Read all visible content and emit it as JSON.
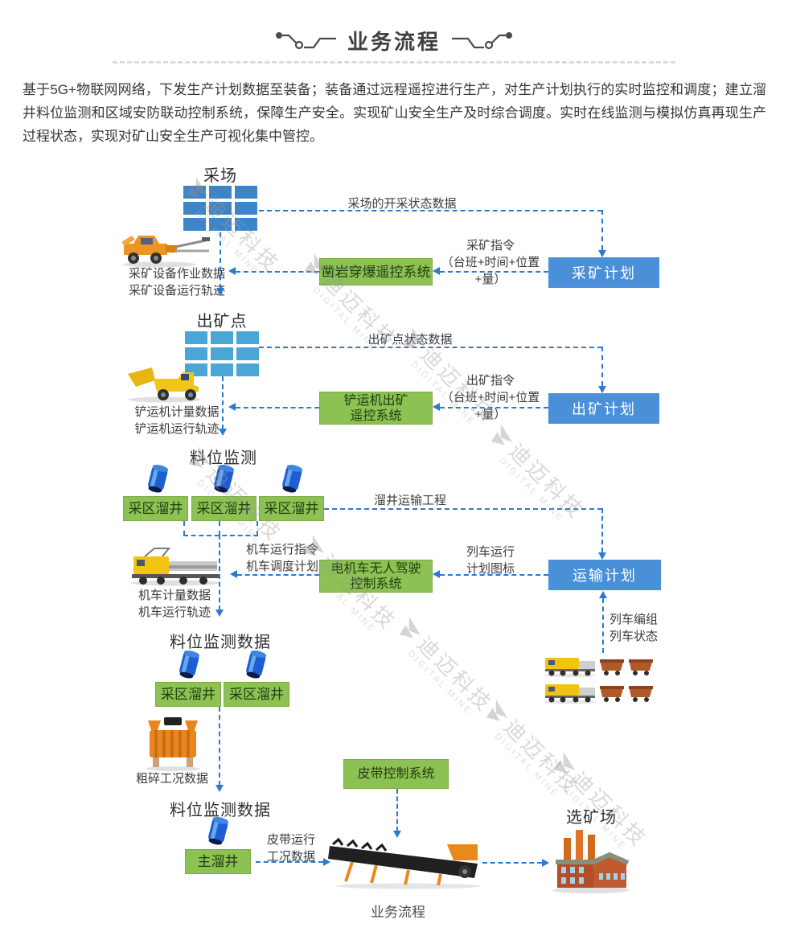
{
  "header": {
    "title": "业务流程"
  },
  "intro": "基于5G+物联网网络，下发生产计划数据至装备；装备通过远程遥控进行生产，对生产计划执行的实时监控和调度；建立溜井料位监测和区域安防联动控制系统，保障生产安全。实现矿山安全生产及时综合调度。实时在线监测与模拟仿真再现生产过程状态，实现对矿山安全生产可视化集中管控。",
  "watermark": {
    "cn": "迪迈科技",
    "en": "DIGITAL MINE"
  },
  "colors": {
    "connector_blue": "#2a7ad0",
    "plan_box_blue": "#4a90d8",
    "system_box_green": "#8cc153",
    "site_grid_blue": "#3d85c8",
    "ore_grid_blue": "#4aa6d6"
  },
  "nodes": {
    "site_heading": "采场",
    "mining_plan": "采矿计划",
    "drill_system": "凿岩穿爆遥控系统",
    "ore_heading": "出矿点",
    "ore_plan": "出矿计划",
    "scraper_system": "铲运机出矿\n遥控系统",
    "level_heading": "料位监测",
    "chute": "采区溜井",
    "loco_system": "电机车无人驾驶\n控制系统",
    "transport_plan": "运输计划",
    "level_data_heading": "料位监测数据",
    "main_chute": "主溜井",
    "belt_system": "皮带控制系统",
    "plant_heading": "选矿场"
  },
  "labels": {
    "site_status": "采场的开采状态数据",
    "mining_cmd": "采矿指令\n（台班+时间+位置+量）",
    "equip_data": "采矿设备作业数据\n采矿设备运行轨迹",
    "ore_status": "出矿点状态数据",
    "ore_cmd": "出矿指令\n（台班+时间+位置+量）",
    "scraper_data": "铲运机计量数据\n铲运机运行轨迹",
    "chute_transport": "溜井运输工程",
    "loco_cmd": "机车运行指令\n机车调度计划",
    "train_plan": "列车运行\n计划图标",
    "loco_data": "机车计量数据\n机车运行轨迹",
    "train_status": "列车编组\n列车状态",
    "crush_data": "粗碎工况数据",
    "belt_data": "皮带运行\n工况数据"
  },
  "caption": "业务流程"
}
